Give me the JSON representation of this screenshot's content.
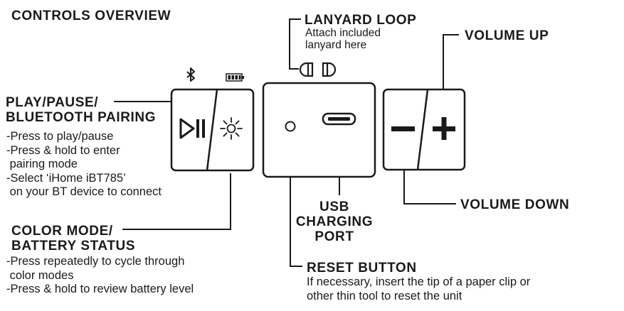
{
  "title": "CONTROLS OVERVIEW",
  "play_pause": {
    "heading_line1": "PLAY/PAUSE/",
    "heading_line2": "BLUETOOTH PAIRING",
    "desc": [
      "-Press to play/pause",
      "-Press & hold to enter",
      " pairing mode",
      "-Select ‘iHome iBT785’",
      " on your BT device to connect"
    ],
    "icon": "play-pause-icon"
  },
  "color_mode": {
    "heading_line1": "COLOR MODE/",
    "heading_line2": "BATTERY STATUS",
    "desc": [
      "-Press repeatedly to cycle through",
      " color modes",
      "-Press & hold to review battery level"
    ],
    "icon": "sun-icon"
  },
  "lanyard": {
    "heading": "LANYARD LOOP",
    "desc": [
      "Attach included",
      "lanyard here"
    ]
  },
  "volume_up": {
    "heading": "VOLUME UP",
    "icon": "plus-icon"
  },
  "volume_down": {
    "heading": "VOLUME DOWN",
    "icon": "minus-icon"
  },
  "usb": {
    "heading": [
      "USB",
      "CHARGING",
      "PORT"
    ]
  },
  "reset": {
    "heading": "RESET BUTTON",
    "desc": [
      "If necessary, insert the tip of a paper clip or",
      "other thin tool to reset the unit"
    ]
  },
  "indicators": {
    "bluetooth": "bluetooth-icon",
    "battery": "battery-icon"
  },
  "colors": {
    "ink": "#1a1a1a",
    "background": "#ffffff"
  }
}
